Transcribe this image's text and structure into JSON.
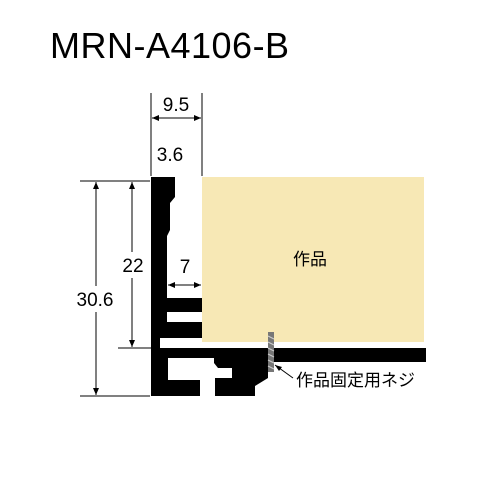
{
  "title": "MRN-A4106-B",
  "dimensions": {
    "total_depth": "9.5",
    "lip_width": "3.6",
    "inner_height": "22",
    "rebate_width": "7",
    "total_height": "30.6"
  },
  "labels": {
    "artwork": "作品",
    "screw": "作品固定用ネジ"
  },
  "colors": {
    "profile": "#000000",
    "artwork": "#f7e8b5"
  }
}
